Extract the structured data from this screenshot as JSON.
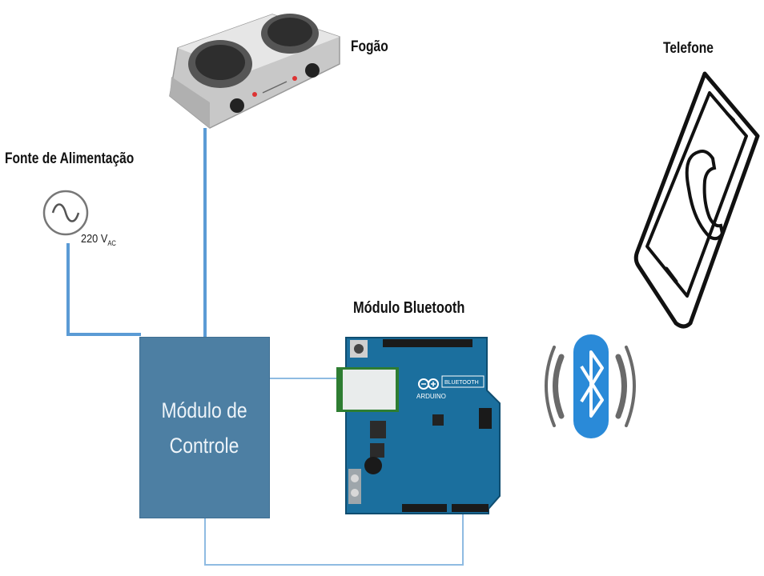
{
  "nodes": {
    "stove": {
      "label": "Fogão"
    },
    "power": {
      "label": "Fonte de Alimentação",
      "voltage": "220 V",
      "voltage_sub": "AC"
    },
    "phone": {
      "label": "Telefone"
    },
    "bluetooth": {
      "label": "Módulo Bluetooth"
    },
    "control": {
      "line1": "Módulo de",
      "line2": "Controle"
    }
  },
  "board_text": {
    "brand": "ARDUINO",
    "model": "BLUETOOTH"
  },
  "colors": {
    "wire": "#5b9bd5",
    "control_fill": "#4d7fa3",
    "board": "#1b6f9e",
    "bluetooth": "#2a8ad8",
    "wave": "#6a6a6a"
  }
}
